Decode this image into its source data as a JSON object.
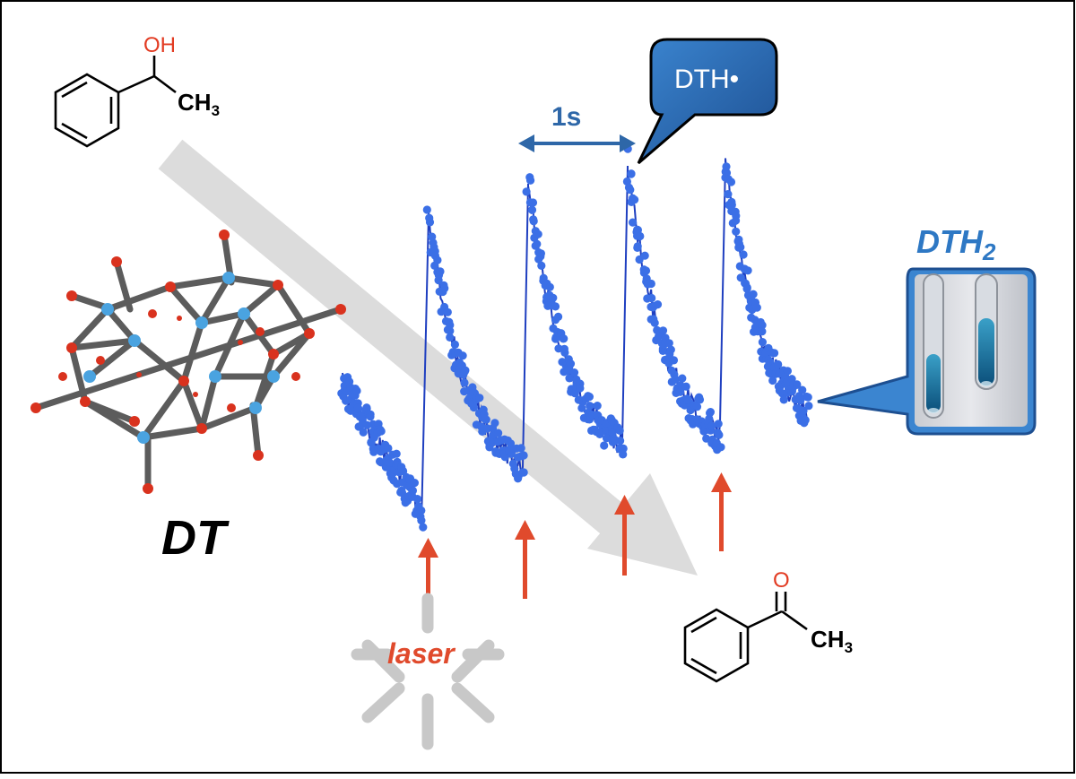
{
  "labels": {
    "reactant_oh": "OH",
    "reactant_ch3": "CH",
    "reactant_ch3_sub": "3",
    "product_o": "O",
    "product_ch3": "CH",
    "product_ch3_sub": "3",
    "catalyst": "DT",
    "reduced_form": "DTH",
    "reduced_form_sub": "2",
    "radical": "DTH•",
    "time_scale": "1s",
    "laser": "laser"
  },
  "colors": {
    "trace": "#3b6fe6",
    "trace_line": "#1f3fc0",
    "laser_arrow": "#e04a2c",
    "accent_blue": "#2e67a8",
    "callout_blue": "#2f78c4",
    "grey_arrow": "#dadada",
    "oxygen": "#e23b22",
    "tungsten": "#4aa3e0",
    "bond_grey": "#5a5a5a"
  },
  "trace": {
    "pulses": 4,
    "laser_pulses": 4
  }
}
